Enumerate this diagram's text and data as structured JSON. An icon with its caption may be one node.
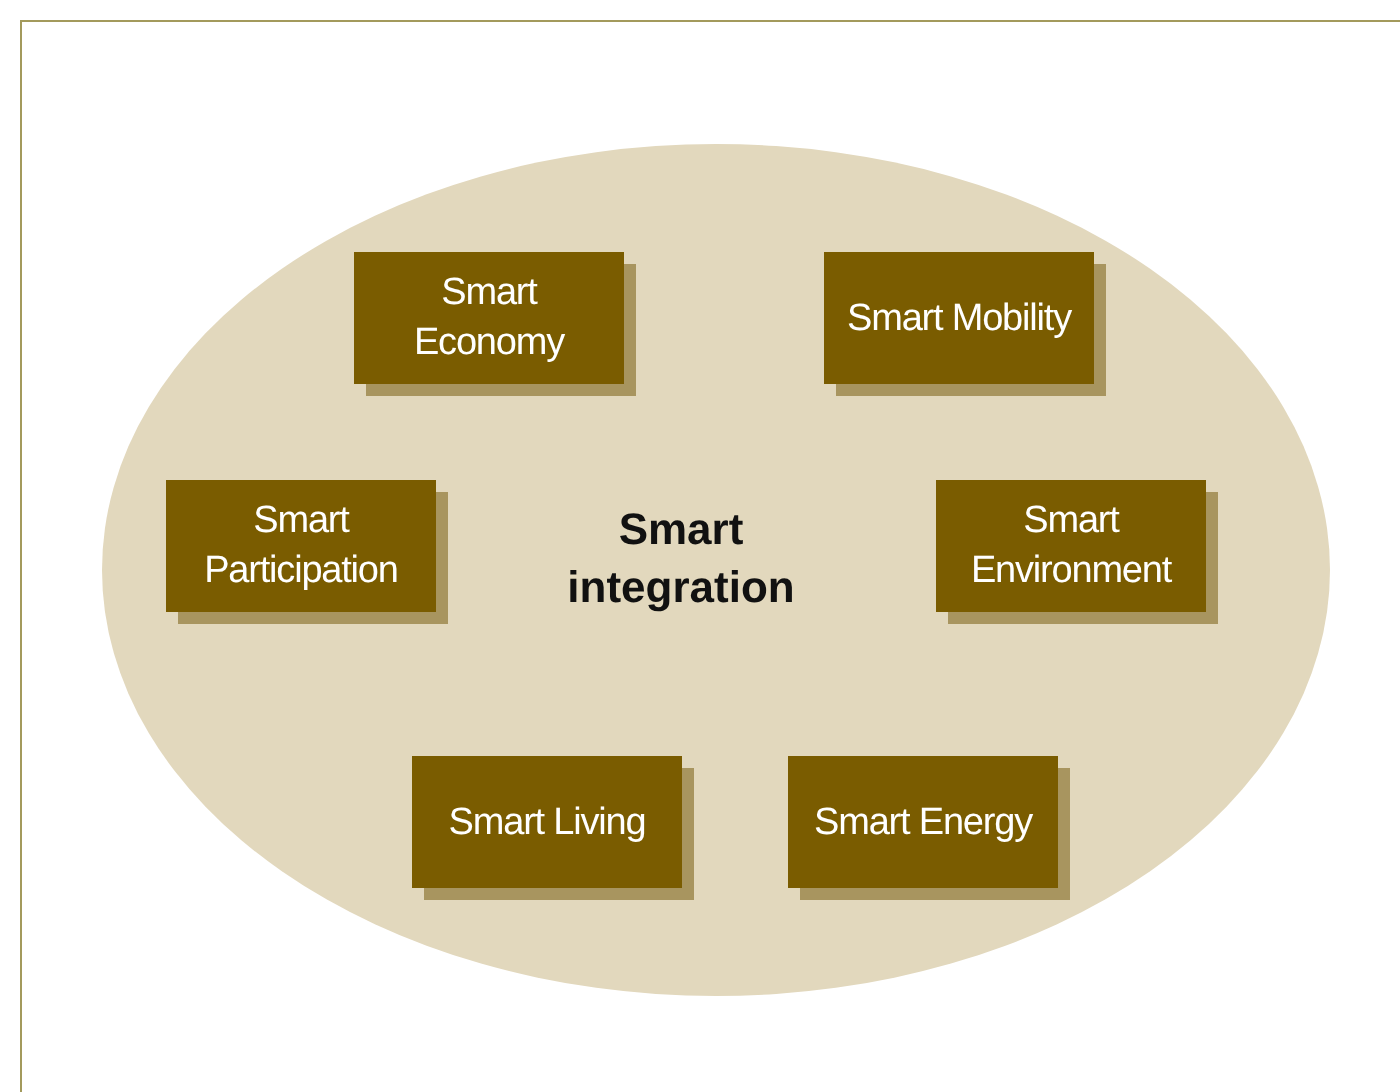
{
  "diagram": {
    "nodes": [
      {
        "text": [
          "Smart integration"
        ]
      },
      {
        "text": [
          "Smart Economy"
        ],
        "in": 0
      },
      {
        "text": [
          "Smart Mobility"
        ],
        "in": 0
      },
      {
        "text": [
          "Smart Participation"
        ],
        "in": 0
      },
      {
        "text": [
          "Smart Environment"
        ],
        "in": 0
      },
      {
        "text": [
          "Smart Living"
        ],
        "in": 0
      },
      {
        "text": [
          "Smart Energy"
        ],
        "in": 0
      }
    ],
    "edges": []
  }
}
